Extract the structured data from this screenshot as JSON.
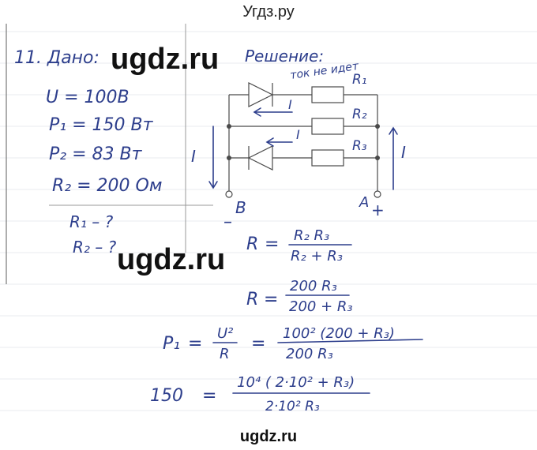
{
  "site": {
    "title": "Угдз.ру",
    "footer": "ugdz.ru",
    "watermark": "ugdz.ru"
  },
  "given": {
    "problem_number": "11.",
    "heading": "Дано:",
    "items": [
      "U = 100В",
      "P₁ = 150 Вт",
      "P₂ = 83 Вт",
      "R₂ = 200 Ом"
    ],
    "find": [
      "R₁ – ?",
      "R₂ – ?"
    ]
  },
  "solution": {
    "heading": "Решение:",
    "circuit": {
      "note": "ток не идет",
      "resistors": [
        "R₁",
        "R₂",
        "R₃"
      ],
      "current": "I",
      "terminal_b": "B",
      "terminal_a": "A",
      "minus": "–",
      "plus": "+"
    },
    "eq1": {
      "lhs": "R",
      "eq": "=",
      "num": "R₂ R₃",
      "den": "R₂ + R₃"
    },
    "eq2": {
      "lhs": "R",
      "eq": "=",
      "num": "200 R₃",
      "den": "200 + R₃"
    },
    "eq3": {
      "lhs": "P₁",
      "eq": "=",
      "num1": "U²",
      "den1": "R",
      "eq2": "=",
      "num2": "100² (200 + R₃)",
      "den2": "200 R₃"
    },
    "eq4": {
      "lhs": "150",
      "eq": "=",
      "num": "10⁴ ( 2·10² + R₃)",
      "den": "2·10² R₃"
    }
  }
}
